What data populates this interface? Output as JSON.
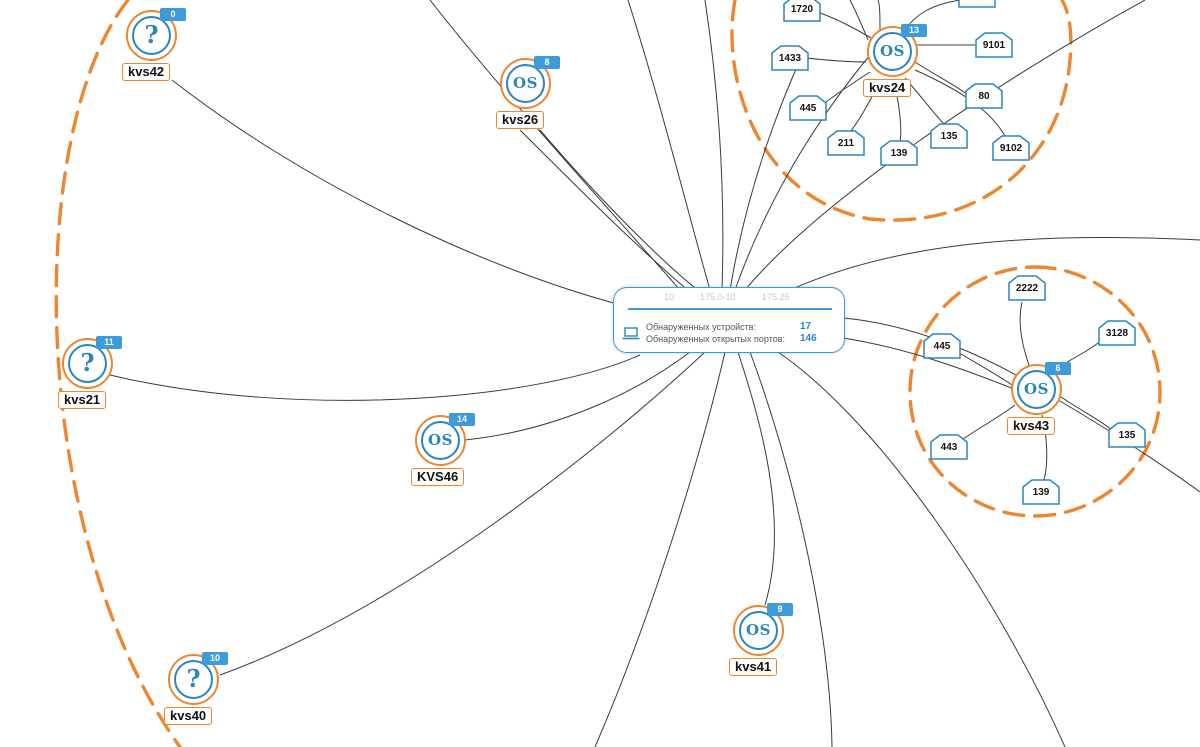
{
  "panel": {
    "tabs": [
      "10",
      "175.0-10",
      "175.25"
    ],
    "devices_label": "Обнаруженных устройств:",
    "devices_value": "17",
    "ports_label": "Обнаруженных открытых портов:",
    "ports_value": "146",
    "icon": "laptop-icon"
  },
  "hosts": [
    {
      "id": "kvs42",
      "label": "kvs42",
      "badge": "0",
      "glyph": "?",
      "type": "unknown",
      "icon": "question-icon"
    },
    {
      "id": "kvs26",
      "label": "kvs26",
      "badge": "8",
      "glyph": "OS",
      "type": "os",
      "icon": "os-icon"
    },
    {
      "id": "kvs24",
      "label": "kvs24",
      "badge": "13",
      "glyph": "OS",
      "type": "os",
      "icon": "os-icon"
    },
    {
      "id": "kvs21",
      "label": "kvs21",
      "badge": "11",
      "glyph": "?",
      "type": "unknown",
      "icon": "question-icon"
    },
    {
      "id": "KVS46",
      "label": "KVS46",
      "badge": "14",
      "glyph": "OS",
      "type": "os",
      "icon": "os-icon"
    },
    {
      "id": "kvs43",
      "label": "kvs43",
      "badge": "6",
      "glyph": "OS",
      "type": "os",
      "icon": "os-icon"
    },
    {
      "id": "kvs41",
      "label": "kvs41",
      "badge": "9",
      "glyph": "OS",
      "type": "os",
      "icon": "os-icon"
    },
    {
      "id": "kvs40",
      "label": "kvs40",
      "badge": "10",
      "glyph": "?",
      "type": "unknown",
      "icon": "question-icon"
    }
  ],
  "ports": {
    "kvs24": [
      "1720",
      "9101",
      "1433",
      "80",
      "445",
      "135",
      "211",
      "139",
      "9102"
    ],
    "kvs43": [
      "2222",
      "3128",
      "445",
      "135",
      "443",
      "139"
    ]
  },
  "colors": {
    "accent_orange": "#ee8630",
    "accent_blue": "#2a86bf",
    "badge_blue": "#3d9bd9",
    "edge": "#3a3a3a"
  }
}
